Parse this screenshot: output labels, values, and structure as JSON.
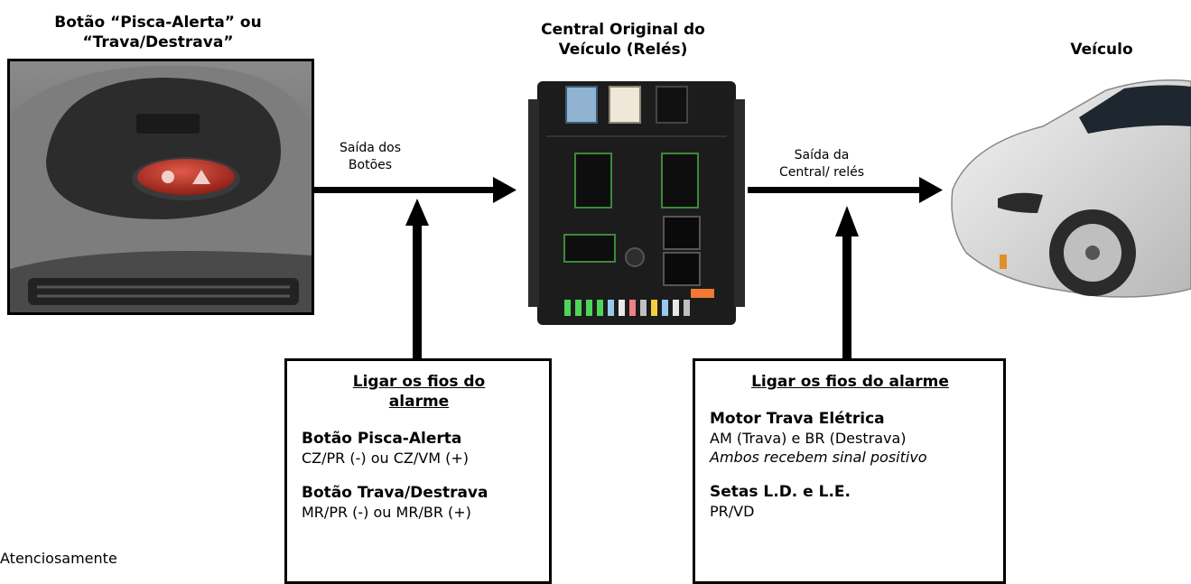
{
  "button_panel": {
    "title_line1": "Botão “Pisca-Alerta” ou",
    "title_line2": "“Trava/Destrava”"
  },
  "central": {
    "title_line1": "Central Original do",
    "title_line2": "Veículo (Relés)"
  },
  "vehicle": {
    "title": "Veículo"
  },
  "arrow_left_label": {
    "line1": "Saída dos",
    "line2": "Botões"
  },
  "arrow_right_label": {
    "line1": "Saída da",
    "line2": "Central/ relés"
  },
  "left_box": {
    "header_line1": "Ligar os fios do",
    "header_line2": "alarme",
    "item1_title": "Botão Pisca-Alerta",
    "item1_text": "CZ/PR (-) ou CZ/VM (+)",
    "item2_title": "Botão Trava/Destrava",
    "item2_text": "MR/PR (-) ou MR/BR (+)"
  },
  "right_box": {
    "header": "Ligar os fios do alarme",
    "item1_title": "Motor Trava Elétrica",
    "item1_text": "AM (Trava) e BR (Destrava)",
    "item1_note": "Ambos recebem sinal positivo",
    "item2_title": "Setas L.D. e L.E.",
    "item2_text": "PR/VD"
  },
  "footer": {
    "text": "Atenciosamente"
  }
}
